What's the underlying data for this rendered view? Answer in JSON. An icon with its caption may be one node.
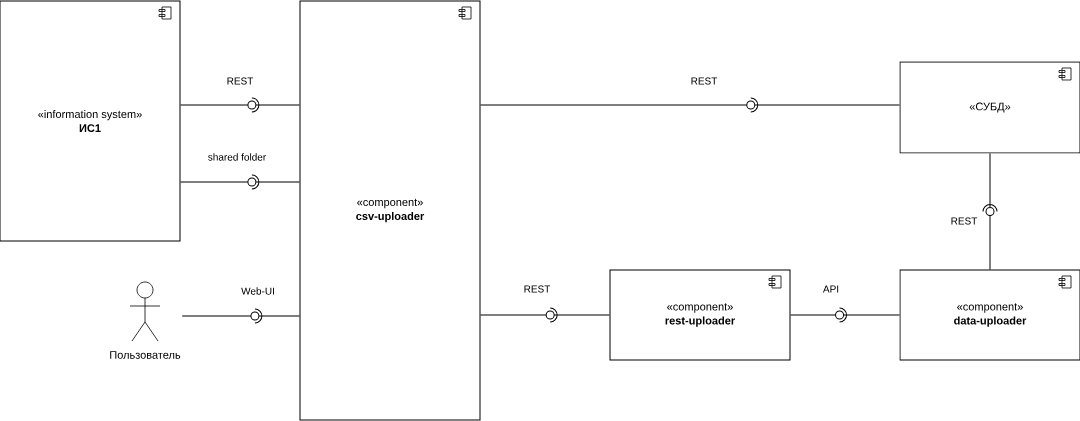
{
  "diagram": {
    "nodes": [
      {
        "text": [
          "«information system»",
          "ИС1"
        ]
      },
      {
        "text": [
          "«component»",
          "csv-uploader"
        ]
      },
      {
        "text": [
          "Пользователь"
        ]
      },
      {
        "text": [
          "«СУБД»"
        ]
      },
      {
        "text": [
          "«component»",
          "rest-uploader"
        ]
      },
      {
        "text": [
          "«component»",
          "data-uploader"
        ]
      }
    ],
    "edges": [
      {
        "from": 0,
        "to": 1,
        "arrow": "none",
        "label": "REST"
      },
      {
        "from": 0,
        "to": 1,
        "arrow": "none",
        "label": "shared folder"
      },
      {
        "from": 2,
        "to": 1,
        "arrow": "none",
        "label": "Web-UI"
      },
      {
        "from": 1,
        "to": 3,
        "arrow": "none",
        "label": "REST"
      },
      {
        "from": 1,
        "to": 4,
        "arrow": "none",
        "label": "REST"
      },
      {
        "from": 4,
        "to": 5,
        "arrow": "none",
        "label": "API"
      },
      {
        "from": 5,
        "to": 3,
        "arrow": "none",
        "label": "REST"
      }
    ]
  }
}
